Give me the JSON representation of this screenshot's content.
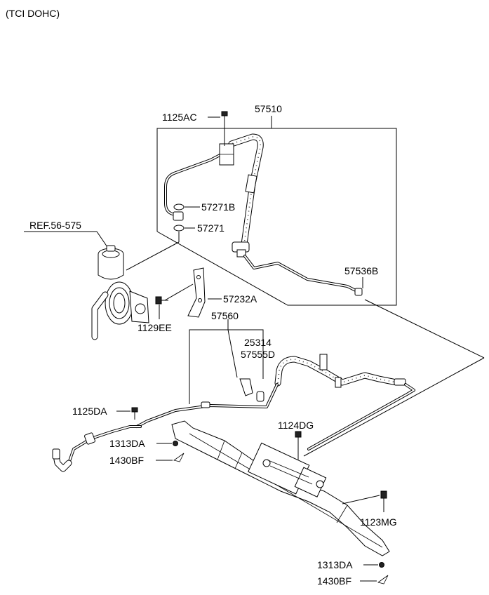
{
  "header": {
    "variant": "(TCI DOHC)"
  },
  "parts": {
    "p57510": "57510",
    "p1125AC": "1125AC",
    "p57271B": "57271B",
    "p57271": "57271",
    "ref": "REF.56-575",
    "p57536B": "57536B",
    "p57232A": "57232A",
    "p1129EE": "1129EE",
    "p57560": "57560",
    "p25314": "25314",
    "p57555D": "57555D",
    "p1125DA": "1125DA",
    "p1124DG": "1124DG",
    "p1313DA_a": "1313DA",
    "p1430BF_a": "1430BF",
    "p1123MG": "1123MG",
    "p1313DA_b": "1313DA",
    "p1430BF_b": "1430BF"
  }
}
